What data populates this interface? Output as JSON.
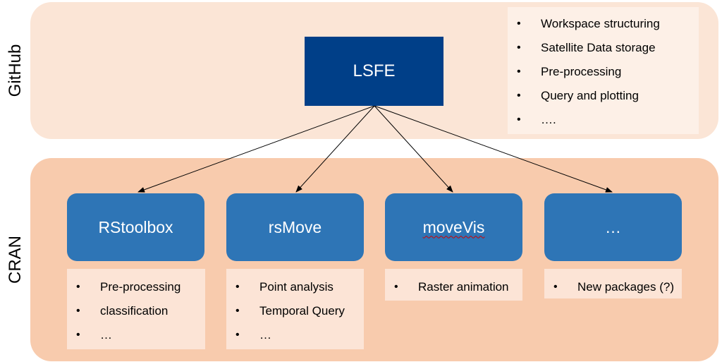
{
  "github": {
    "label": "GitHub",
    "root": {
      "name": "LSFE"
    },
    "features": [
      "Workspace structuring",
      "Satellite Data storage",
      "Pre-processing",
      "Query and plotting",
      "…."
    ]
  },
  "cran": {
    "label": "CRAN",
    "packages": [
      {
        "name": "RStoolbox",
        "items": [
          "Pre-processing",
          "classification",
          "…"
        ]
      },
      {
        "name": "rsMove",
        "items": [
          "Point analysis",
          "Temporal Query",
          "…"
        ]
      },
      {
        "name": "moveVis",
        "items": [
          "Raster animation"
        ]
      },
      {
        "name": "…",
        "items": [
          "New packages (?)"
        ]
      }
    ]
  },
  "colors": {
    "github_band": "#fbe5d6",
    "cran_band": "#f8cbad",
    "root_box": "#003f88",
    "package_box": "#2e75b6"
  }
}
